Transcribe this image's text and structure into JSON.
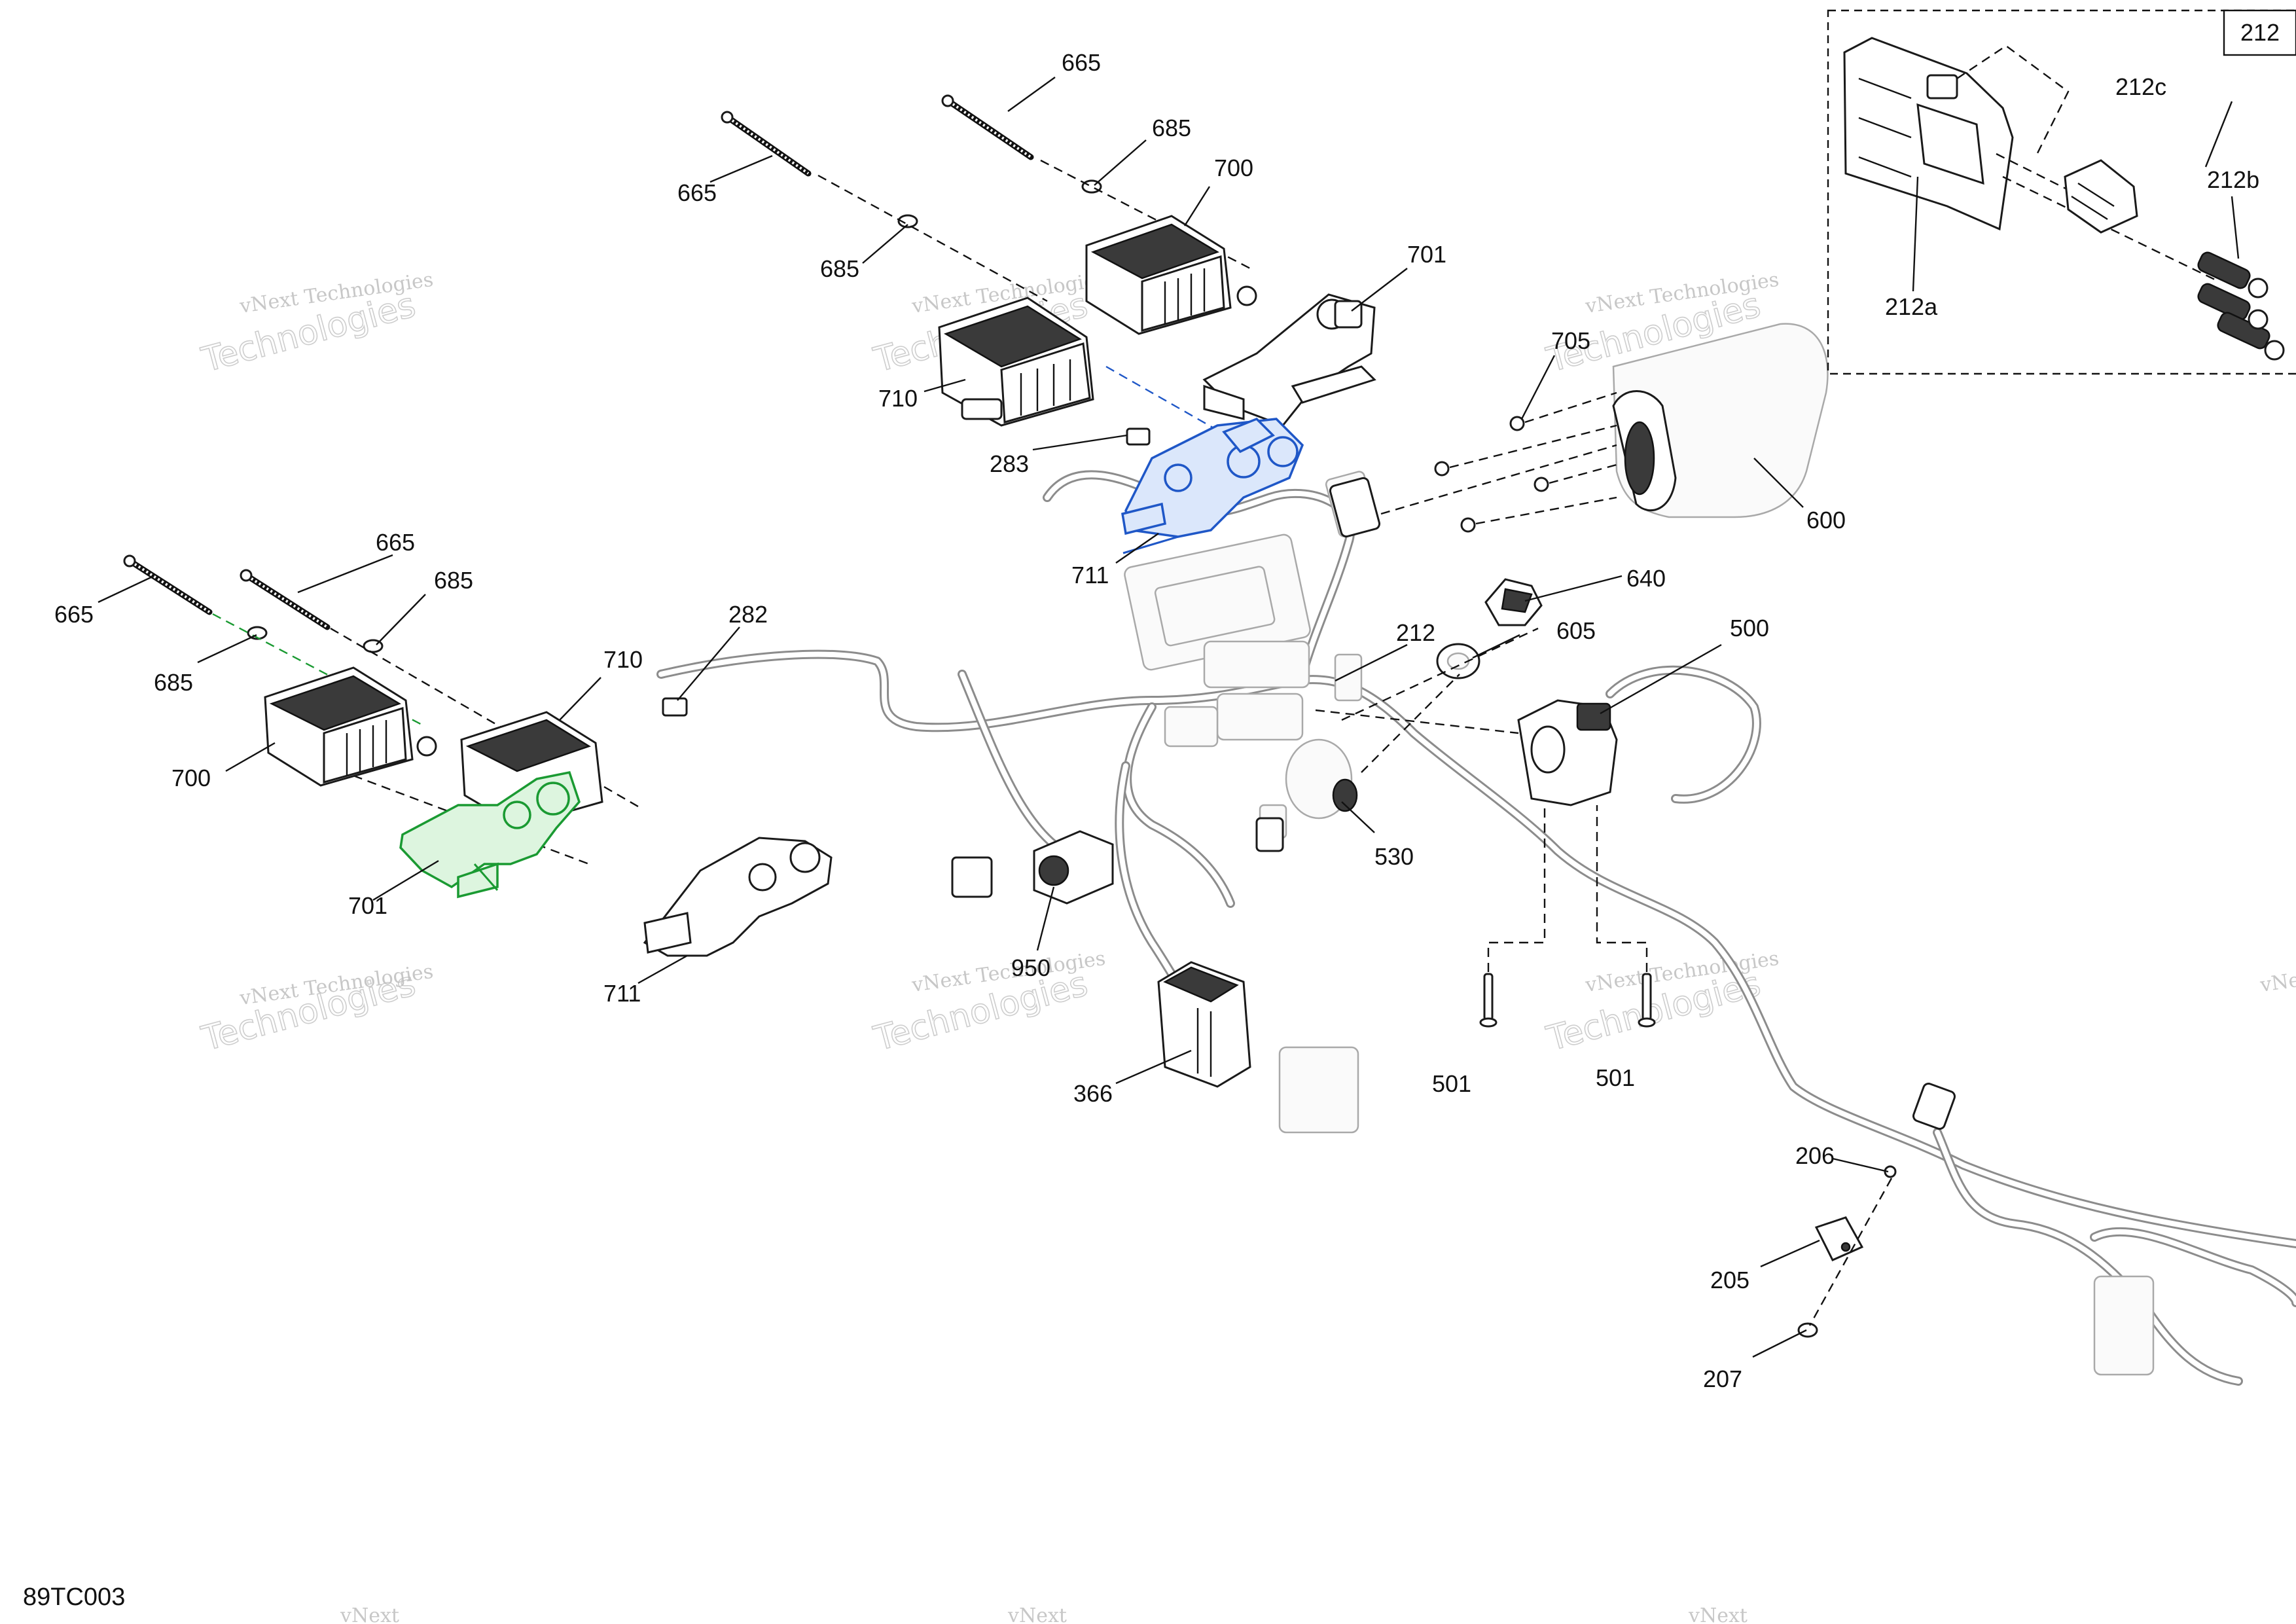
{
  "figure_id": "89TC003",
  "inset": {
    "ref": "212"
  },
  "callouts": {
    "c665a": "665",
    "c665b": "665",
    "c665c": "665",
    "c665d": "665",
    "c685a": "685",
    "c685b": "685",
    "c685c": "685",
    "c685d": "685",
    "c700a": "700",
    "c700b": "700",
    "c701a": "701",
    "c701b": "701",
    "c710a": "710",
    "c710b": "710",
    "c711a": "711",
    "c711b": "711",
    "c283": "283",
    "c282": "282",
    "c705": "705",
    "c600": "600",
    "c640": "640",
    "c605": "605",
    "c212": "212",
    "c500": "500",
    "c530": "530",
    "c950": "950",
    "c366": "366",
    "c501a": "501",
    "c501b": "501",
    "c206": "206",
    "c205": "205",
    "c207": "207",
    "c212a": "212a",
    "c212b": "212b",
    "c212c": "212c"
  },
  "watermark": {
    "small": "vNext Technologies",
    "large": "Technologies",
    "tiny": "vNext"
  },
  "highlight_colors": {
    "blue": "#1f57c7",
    "green": "#1a9a32"
  }
}
